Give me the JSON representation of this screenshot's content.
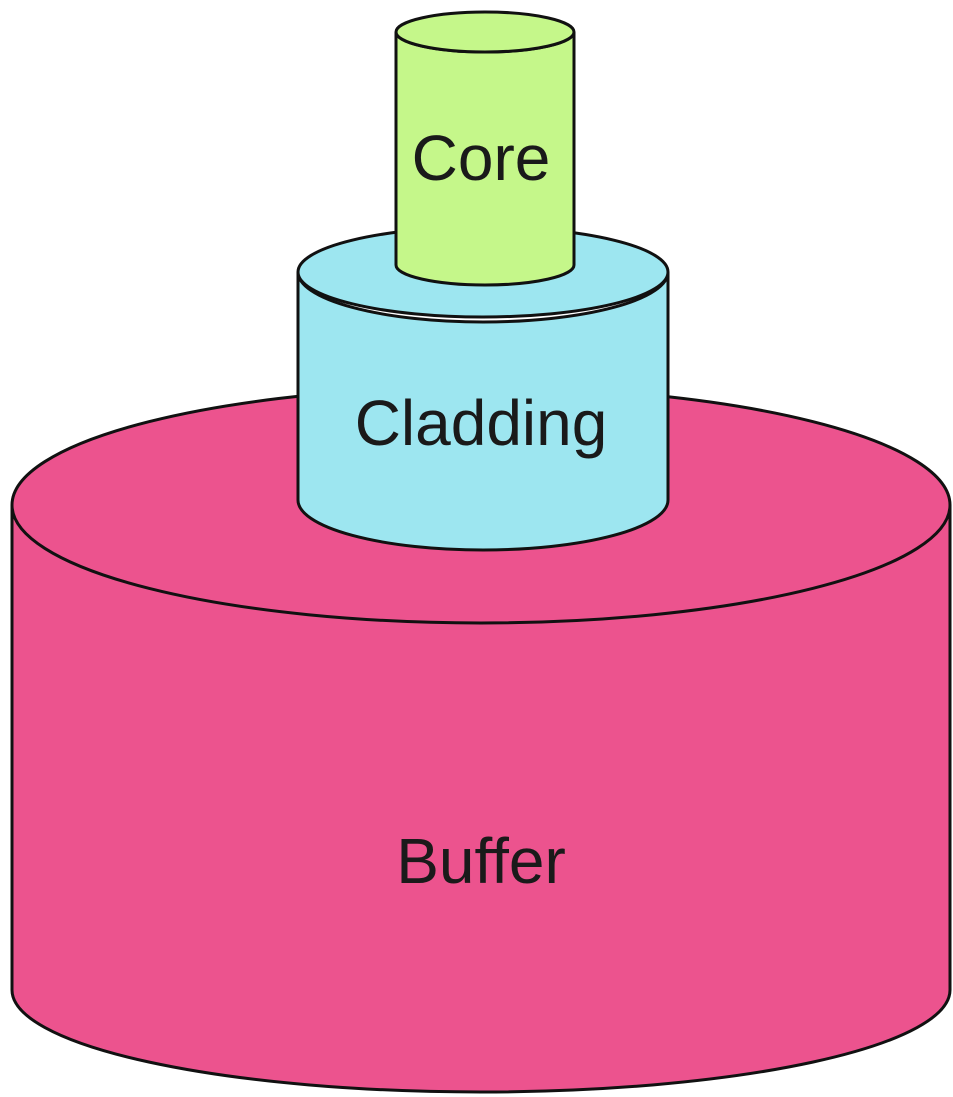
{
  "colors": {
    "core": "#c5f78a",
    "cladding": "#9de6f0",
    "buffer": "#ec538e",
    "outline": "#111111"
  },
  "layers": {
    "core": {
      "label": "Core"
    },
    "cladding": {
      "label": "Cladding"
    },
    "buffer": {
      "label": "Buffer"
    }
  }
}
